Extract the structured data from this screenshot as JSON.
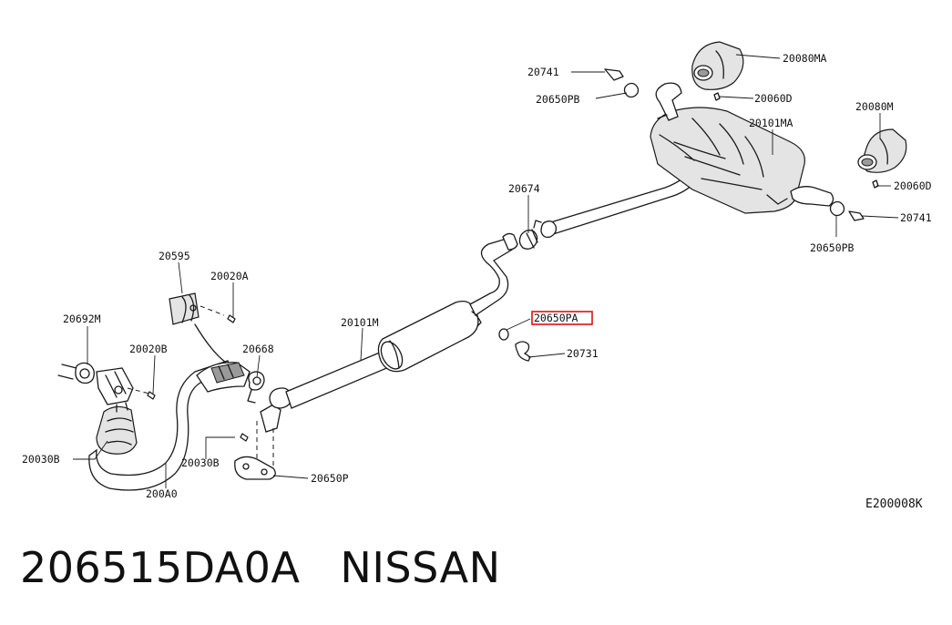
{
  "labels": {
    "l20741_top": "20741",
    "l20650PB_top": "20650PB",
    "l20080MA": "20080MA",
    "l20060D_top": "20060D",
    "l20101MA": "20101MA",
    "l20080M": "20080M",
    "l20060D_right": "20060D",
    "l20741_right": "20741",
    "l20650PB_right": "20650PB",
    "l20674": "20674",
    "l20650PA": "20650PA",
    "l20731": "20731",
    "l20101M": "20101M",
    "l20595": "20595",
    "l20020A": "20020A",
    "l20692M": "20692M",
    "l20020B": "20020B",
    "l20668": "20668",
    "l20030B_left": "20030B",
    "l20030B_mid": "20030B",
    "l200A0": "200A0",
    "l20650P": "20650P"
  },
  "diagram_code": "E200008K",
  "highlighted_part": "20650PA",
  "footer": {
    "part_number": "206515DA0A",
    "brand": "NISSAN"
  },
  "colors": {
    "highlight": "#e01010",
    "line": "#1a1a1a"
  }
}
